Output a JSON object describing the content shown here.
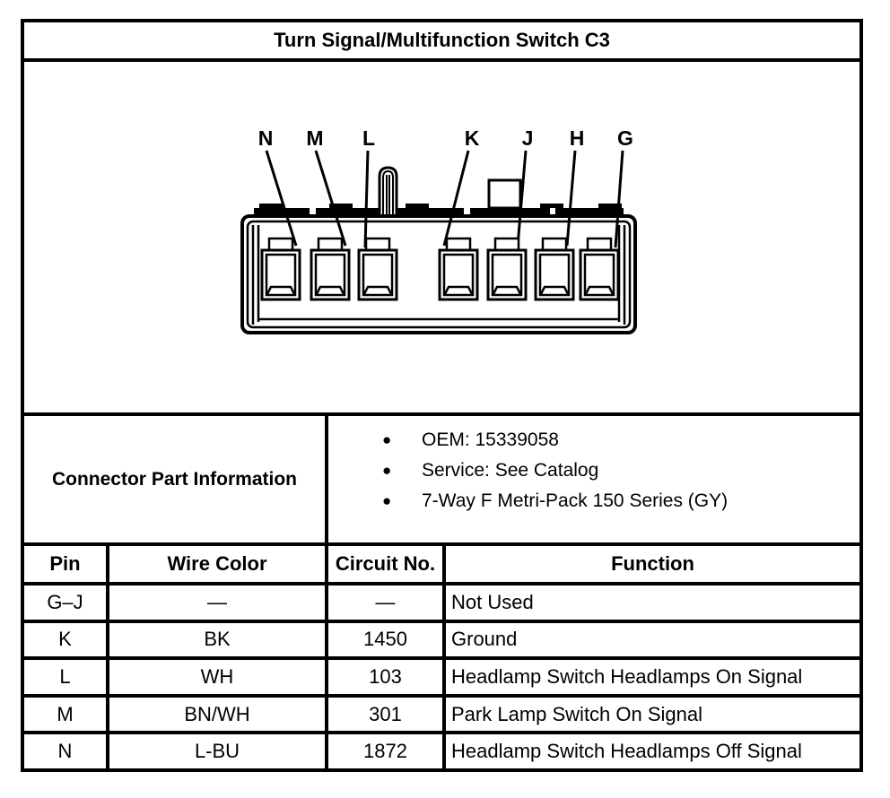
{
  "title": "Turn Signal/Multifunction Switch C3",
  "connector": {
    "pin_labels": [
      "N",
      "M",
      "L",
      "K",
      "J",
      "H",
      "G"
    ]
  },
  "part_info": {
    "label": "Connector Part Information",
    "bullet_char": "●",
    "items": [
      "OEM: 15339058",
      "Service: See Catalog",
      "7-Way F Metri-Pack 150 Series (GY)"
    ]
  },
  "pin_table": {
    "headers": [
      "Pin",
      "Wire Color",
      "Circuit No.",
      "Function"
    ],
    "rows": [
      [
        "G–J",
        "—",
        "—",
        "Not Used"
      ],
      [
        "K",
        "BK",
        "1450",
        "Ground"
      ],
      [
        "L",
        "WH",
        "103",
        "Headlamp Switch Headlamps On Signal"
      ],
      [
        "M",
        "BN/WH",
        "301",
        "Park Lamp Switch On Signal"
      ],
      [
        "N",
        "L-BU",
        "1872",
        "Headlamp Switch Headlamps Off Signal"
      ]
    ]
  }
}
